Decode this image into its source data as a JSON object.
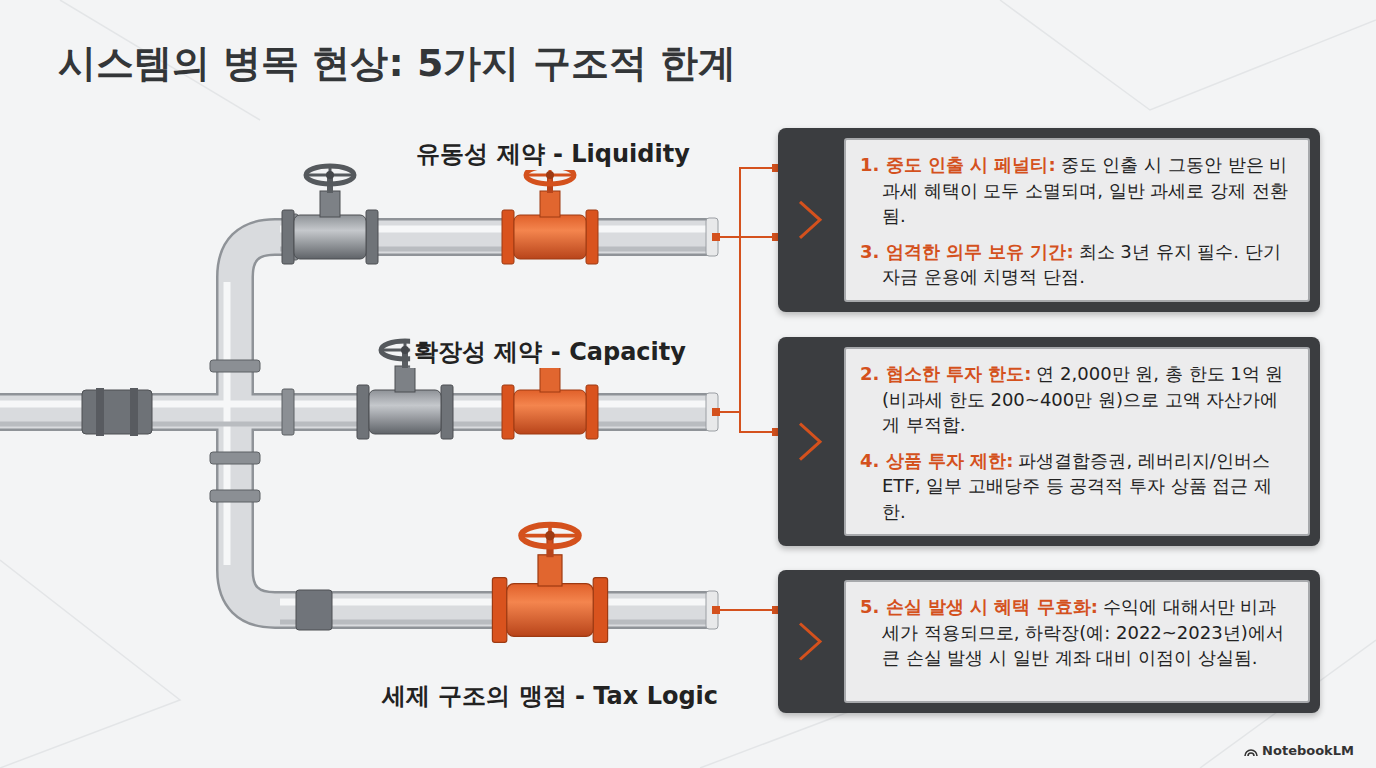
{
  "diagram": {
    "title": "시스템의 병목 현상: 5가지 구조적 한계",
    "nodes": [
      {
        "text": [
          "1. 중도 인출 시 페널티:",
          "중도 인출 시 그동안 받은 비과세 혜택이 모두 소멸되며, 일반 과세로 강제 전환됨.",
          "3. 엄격한 의무 보유 기간:",
          "최소 3년 유지 필수. 단기 자금 운용에 치명적 단점."
        ]
      },
      {
        "text": [
          "2. 협소한 투자 한도:",
          "연 2,000만 원, 총 한도 1억 원 (비과세 한도 200~400만 원)으로 고액 자산가에게 부적합.",
          "4. 상품 투자 제한:",
          "파생결합증권, 레버리지/인버스 ETF, 일부 고배당주 등 공격적 투자 상품 접근 제한."
        ]
      },
      {
        "text": [
          "5. 손실 발생 시 혜택 무효화:",
          "수익에 대해서만 비과세가 적용되므로, 하락장(예: 2022~2023년)에서 큰 손실 발생 시 일반 계좌 대비 이점이 상실됨."
        ]
      }
    ],
    "edges": [
      {
        "from": 0,
        "to": 1,
        "arrow": "none"
      }
    ],
    "labels": [
      "유동성 제약 - Liquidity",
      "확장성 제약 - Capacity",
      "세제 구조의 맹점 - Tax Logic",
      "NotebookLM"
    ]
  }
}
